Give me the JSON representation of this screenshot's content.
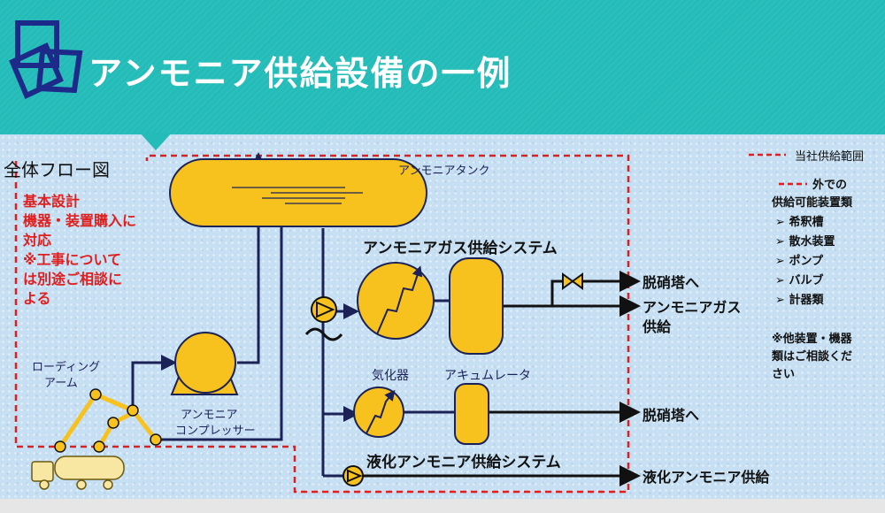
{
  "title": "アンモニア供給設備の一例",
  "labels": {
    "overall_flow": "全体フロー図",
    "legend": "当社供給範囲",
    "tank": "アンモニアタンク",
    "gas_system": "アンモニアガス供給システム",
    "liquid_system": "液化アンモニア供給システム",
    "vaporizer": "気化器",
    "accumulator": "アキュムレータ",
    "compressor_1": "アンモニア",
    "compressor_2": "コンプレッサー",
    "loading_arm_1": "ローディング",
    "loading_arm_2": "アーム",
    "out_denitration_1": "脱硝塔へ",
    "out_gas_1": "アンモニアガス",
    "out_gas_2": "供給",
    "out_denitration_2": "脱硝塔へ",
    "out_liquid": "液化アンモニア供給"
  },
  "note_left": [
    "基本設計",
    "機器・装置購入に",
    "対応",
    "※工事について",
    "は別途ご相談に",
    "よる"
  ],
  "note_right": {
    "heading_1": "外での",
    "heading_2": "供給可能装置類",
    "items": [
      "希釈槽",
      "散水装置",
      "ポンプ",
      "バルブ",
      "計器類"
    ],
    "bullet": "➢",
    "footnote": [
      "※他装置・機器",
      "類はご相談くだ",
      "さい"
    ]
  },
  "colors": {
    "header": "#23bcb8",
    "body": "#c6dff2",
    "equipment": "#f7c21d",
    "pipe": "#1b2257",
    "boundary": "#e01e1e"
  }
}
